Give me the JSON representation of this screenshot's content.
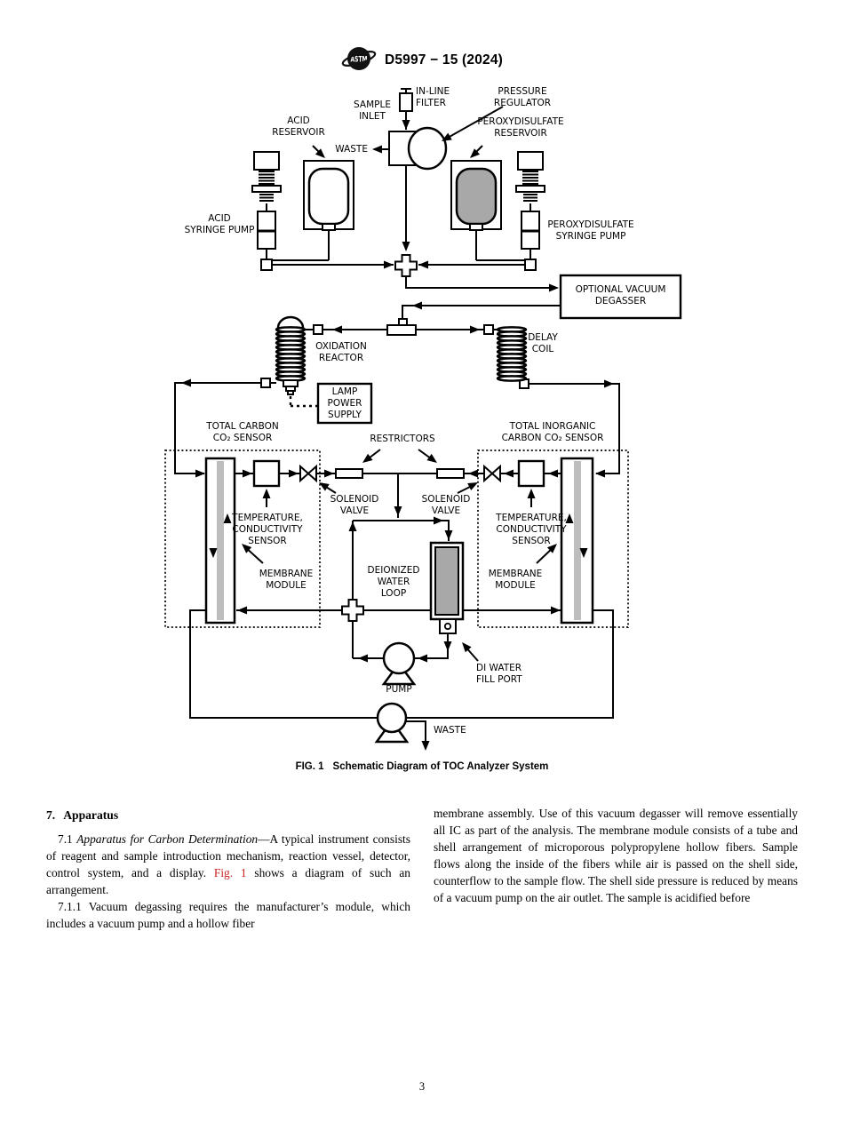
{
  "header": {
    "logo": "ASTM",
    "title": "D5997 − 15 (2024)"
  },
  "figure": {
    "caption_prefix": "FIG. 1",
    "caption_text": "Schematic Diagram of TOC Analyzer System",
    "labels": {
      "sample_inlet": "SAMPLE\nINLET",
      "inline_filter": "IN-LINE\nFILTER",
      "pressure_regulator": "PRESSURE\nREGULATOR",
      "waste_top": "WASTE",
      "acid_reservoir": "ACID\nRESERVOIR",
      "peroxydisulfate_reservoir": "PEROXYDISULFATE\nRESERVOIR",
      "acid_syringe_pump": "ACID\nSYRINGE PUMP",
      "peroxydisulfate_syringe_pump": "PEROXYDISULFATE\nSYRINGE PUMP",
      "optional_vacuum_degasser": "OPTIONAL VACUUM\nDEGASSER",
      "oxidation_reactor": "OXIDATION\nREACTOR",
      "lamp_power_supply": "LAMP\nPOWER\nSUPPLY",
      "delay_coil": "DELAY\nCOIL",
      "total_carbon_sensor": "TOTAL CARBON\nCO₂ SENSOR",
      "total_inorganic_sensor": "TOTAL INORGANIC\nCARBON CO₂ SENSOR",
      "restrictors": "RESTRICTORS",
      "solenoid_valve_left": "SOLENOID\nVALVE",
      "solenoid_valve_right": "SOLENOID\nVALVE",
      "temp_cond_left": "TEMPERATURE,\nCONDUCTIVITY\nSENSOR",
      "temp_cond_right": "TEMPERATURE,\nCONDUCTIVITY\nSENSOR",
      "membrane_left": "MEMBRANE\nMODULE",
      "membrane_right": "MEMBRANE\nMODULE",
      "deionized_water_loop": "DEIONIZED\nWATER\nLOOP",
      "di_water_fill_port": "DI WATER\nFILL PORT",
      "pump_di": "PUMP",
      "waste_bottom": "WASTE"
    }
  },
  "body": {
    "section": {
      "number": "7.",
      "title": "Apparatus"
    },
    "p71": {
      "lead": "7.1 ",
      "italic": "Apparatus for Carbon Determination",
      "mid": "—A typical instrument consists of reagent and sample introduction mechanism, reaction vessel, detector, control system, and a display. ",
      "link": "Fig. 1",
      "tail": " shows a diagram of such an arrangement."
    },
    "p711": "7.1.1 Vacuum degassing requires the manufacturer’s module, which includes a vacuum pump and a hollow fiber",
    "right_column": "membrane assembly. Use of this vacuum degasser will remove essentially all IC as part of the analysis. The membrane module consists of a tube and shell arrangement of microporous polypropylene hollow fibers. Sample flows along the inside of the fibers while air is passed on the shell side, counterflow to the sample flow. The shell side pressure is reduced by means of a vacuum pump on the air outlet. The sample is acidified before"
  },
  "page": {
    "number": "3"
  },
  "colors": {
    "link_red": "#cc2020",
    "reservoir_gray": "#a8a8a8",
    "module_stripe_gray": "#bdbdbd",
    "line_black": "#000000"
  }
}
